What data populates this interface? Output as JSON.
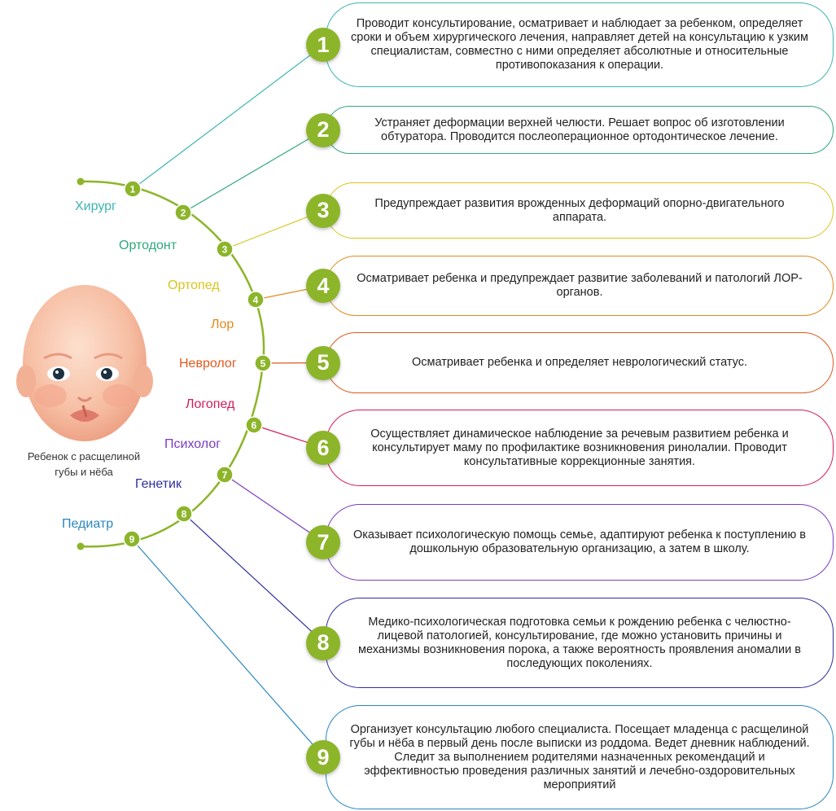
{
  "baby_caption": [
    "Ребенок с расщелиной",
    "губы и нёба"
  ],
  "curve_color": "#8cb52a",
  "items": [
    {
      "num": "1",
      "label": "Хирург",
      "color": "#3cb5b0",
      "text": "Проводит консультирование, осматривает и наблюдает за ребенком, определяет сроки и объем хирургического лечения, направляет детей на консультацию к узким специалистам, совместно с ними определяет абсолютные и относительные противопоказания к операции."
    },
    {
      "num": "2",
      "label": "Ортодонт",
      "color": "#2fa87a",
      "text": "Устраняет деформации верхней челюсти. Решает вопрос об изготовлении обтуратора. Проводится послеоперационное ортодонтическое лечение."
    },
    {
      "num": "3",
      "label": "Ортопед",
      "color": "#d9c41c",
      "text": "Предупреждает развития врожденных деформаций опорно-двигательного аппарата."
    },
    {
      "num": "4",
      "label": "Лор",
      "color": "#e08a1e",
      "text": "Осматривает ребенка и предупреждает развитие заболеваний и патологий ЛОР-органов."
    },
    {
      "num": "5",
      "label": "Невролог",
      "color": "#e05a1e",
      "text": "Осматривает ребенка и определяет неврологический статус."
    },
    {
      "num": "6",
      "label": "Логопед",
      "color": "#d41c5c",
      "text": "Осуществляет динамическое наблюдение за речевым развитием ребенка и консультирует маму по профилактике возникновения ринолалии. Проводит консультативные коррекционные занятия."
    },
    {
      "num": "7",
      "label": "Психолог",
      "color": "#7b3cc0",
      "text": "Оказывает психологическую помощь семье, адаптируют ребенка к поступлению в дошкольную образовательную организацию, а затем в школу."
    },
    {
      "num": "8",
      "label": "Генетик",
      "color": "#2e2fa0",
      "text": "Медико-психологическая подготовка семьи к рождению ребенка с челюстно-лицевой патологией, консультирование, где можно установить причины и механизмы возникновения порока, а также вероятность проявления аномалии в последующих поколениях."
    },
    {
      "num": "9",
      "label": "Педиатр",
      "color": "#2a86c0",
      "text": "Организует консультацию любого специалиста. Посещает младенца с расщелиной губы и нёба в первый день после выписки из роддома. Ведет дневник наблюдений. Следит за выполнением родителями назначенных рекомендаций и эффективностью проведения различных занятий и лечебно-оздоровительных мероприятий"
    }
  ]
}
